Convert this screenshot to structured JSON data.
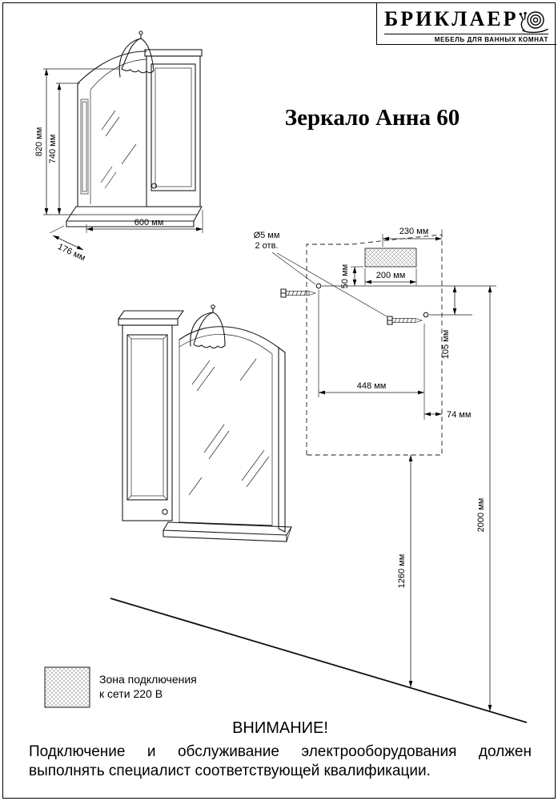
{
  "brand": {
    "name": "БРИКЛАЕР",
    "tagline": "МЕБЕЛЬ ДЛЯ ВАННЫХ КОМНАТ"
  },
  "title": "Зеркало Анна 60",
  "front_view": {
    "height_total": "820 мм",
    "height_mirror": "740 мм",
    "width": "600 мм",
    "depth": "176 мм"
  },
  "mounting": {
    "holes_diameter": "Ø5 мм",
    "holes_count": "2 отв.",
    "zone_width_outer": "230 мм",
    "zone_width": "200 мм",
    "zone_offset": "50 мм",
    "holes_vertical_offset": "105 мм",
    "holes_spacing": "448 мм",
    "edge_offset": "74 мм",
    "mirror_bottom_height": "1260 мм",
    "holes_height": "2000 мм"
  },
  "legend": {
    "line1": "Зона подключения",
    "line2": "к сети 220 В"
  },
  "warning": {
    "title": "ВНИМАНИЕ!",
    "text": "Подключение и обслуживание электрооборудования должен выполнять специалист соответствующей квалификации."
  }
}
